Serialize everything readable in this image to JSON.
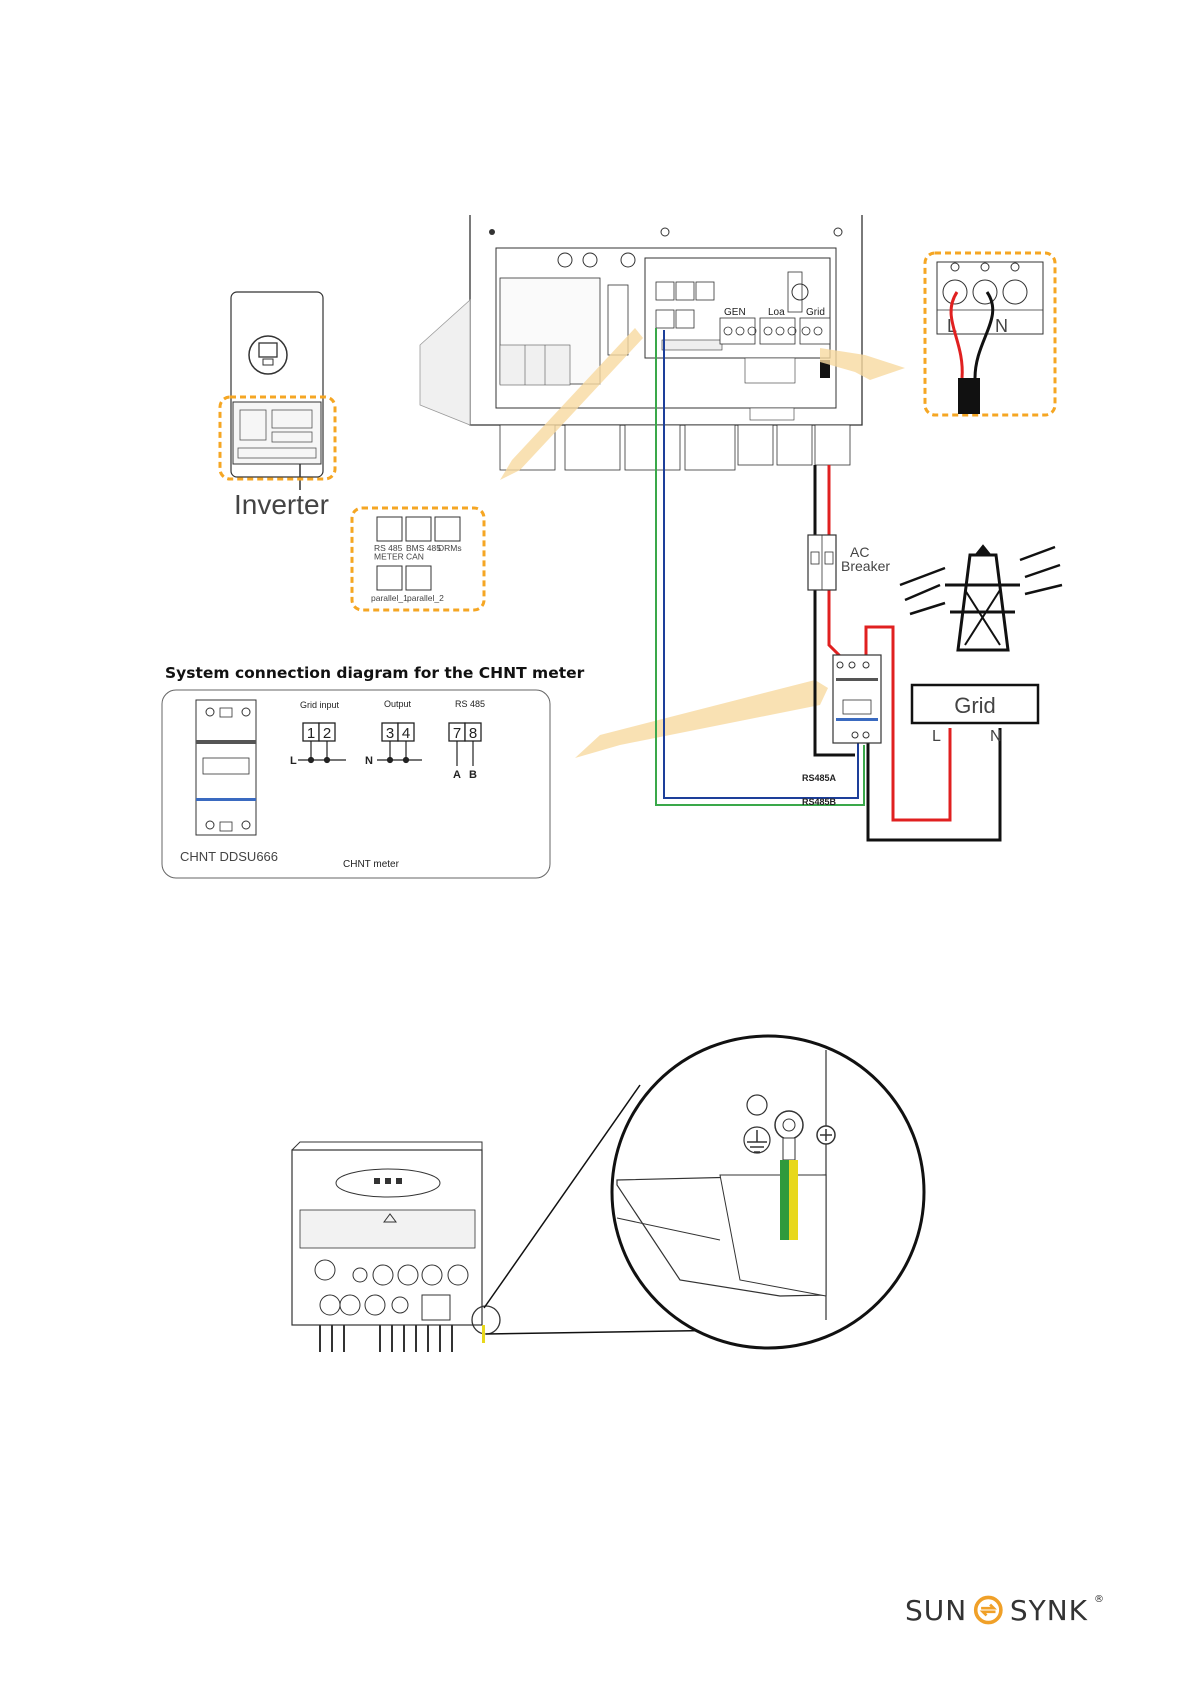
{
  "diagram1": {
    "inverter_label": "Inverter",
    "terminals": {
      "gen": "GEN",
      "load": "Loa",
      "grid": "Grid"
    },
    "ports": {
      "rs485_meter": "RS 485\nMETER",
      "bms": "BMS 485\nCAN",
      "drms": "DRMs",
      "parallel1": "parallel_1",
      "parallel2": "parallel_2"
    },
    "grid_terminal": {
      "l": "L",
      "n": "N"
    },
    "ac_breaker": "AC\nBreaker",
    "grid_box": {
      "label": "Grid",
      "l": "L",
      "n": "N"
    },
    "rs485a": "RS485A",
    "rs485b": "RS485B",
    "meter_panel": {
      "title": "System connection diagram for the CHNT meter",
      "grid_input": "Grid input",
      "output": "Output",
      "rs485": "RS 485",
      "term_12": [
        "1",
        "2"
      ],
      "term_34": [
        "3",
        "4"
      ],
      "term_78": [
        "7",
        "8"
      ],
      "l": "L",
      "n": "N",
      "a": "A",
      "b": "B",
      "model": "CHNT  DDSU666",
      "caption": "CHNT meter"
    }
  },
  "colors": {
    "highlight": "#f5a623",
    "wire_red": "#e02020",
    "wire_black": "#111111",
    "rs485_blue": "#1d3f9a",
    "rs485_green": "#3aa84a",
    "arrow": "#f7d9a0",
    "earth_yellow": "#e8d81c",
    "earth_green": "#2e9a3c",
    "logo_orange": "#f0a028"
  },
  "logo": {
    "left": "SUN",
    "right": "SYNK"
  }
}
